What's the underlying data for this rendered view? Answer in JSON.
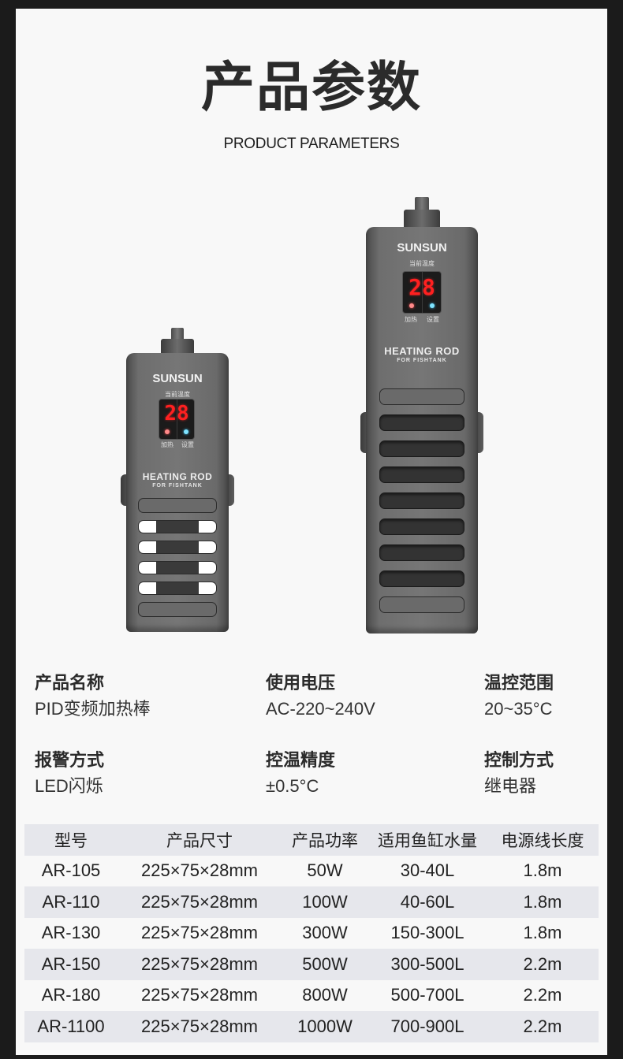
{
  "header": {
    "title": "产品参数",
    "subtitle": "PRODUCT PARAMETERS"
  },
  "products": [
    {
      "name": "small-heater",
      "brand": "SUNSUN",
      "current_temp_label": "当前温度",
      "display_value": "28",
      "led_labels": [
        "加热",
        "设置"
      ],
      "product_label": "HEATING ROD",
      "product_sublabel": "FOR FISHTANK"
    },
    {
      "name": "large-heater",
      "brand": "SUNSUN",
      "current_temp_label": "当前温度",
      "display_value": "28",
      "led_labels": [
        "加热",
        "设置"
      ],
      "product_label": "HEATING ROD",
      "product_sublabel": "FOR FISHTANK"
    }
  ],
  "specs": [
    {
      "label": "产品名称",
      "value": "PID变频加热棒"
    },
    {
      "label": "使用电压",
      "value": "AC-220~240V"
    },
    {
      "label": "温控范围",
      "value": "20~35°C"
    },
    {
      "label": "报警方式",
      "value": "LED闪烁"
    },
    {
      "label": "控温精度",
      "value": "±0.5°C"
    },
    {
      "label": "控制方式",
      "value": "继电器"
    }
  ],
  "table": {
    "headers": [
      "型号",
      "产品尺寸",
      "产品功率",
      "适用鱼缸水量",
      "电源线长度"
    ],
    "rows": [
      [
        "AR-105",
        "225×75×28mm",
        "50W",
        "30-40L",
        "1.8m"
      ],
      [
        "AR-110",
        "225×75×28mm",
        "100W",
        "40-60L",
        "1.8m"
      ],
      [
        "AR-130",
        "225×75×28mm",
        "300W",
        "150-300L",
        "1.8m"
      ],
      [
        "AR-150",
        "225×75×28mm",
        "500W",
        "300-500L",
        "2.2m"
      ],
      [
        "AR-180",
        "225×75×28mm",
        "800W",
        "500-700L",
        "2.2m"
      ],
      [
        "AR-1100",
        "225×75×28mm",
        "1000W",
        "700-900L",
        "2.2m"
      ]
    ]
  },
  "colors": {
    "background_border": "#1b1b1b",
    "card": "#f8f8f8",
    "table_shade": "#e6e7ec",
    "led_digits": "#ff2020",
    "heat_led": "#ff8a8a",
    "set_led": "#7fe4ff"
  }
}
